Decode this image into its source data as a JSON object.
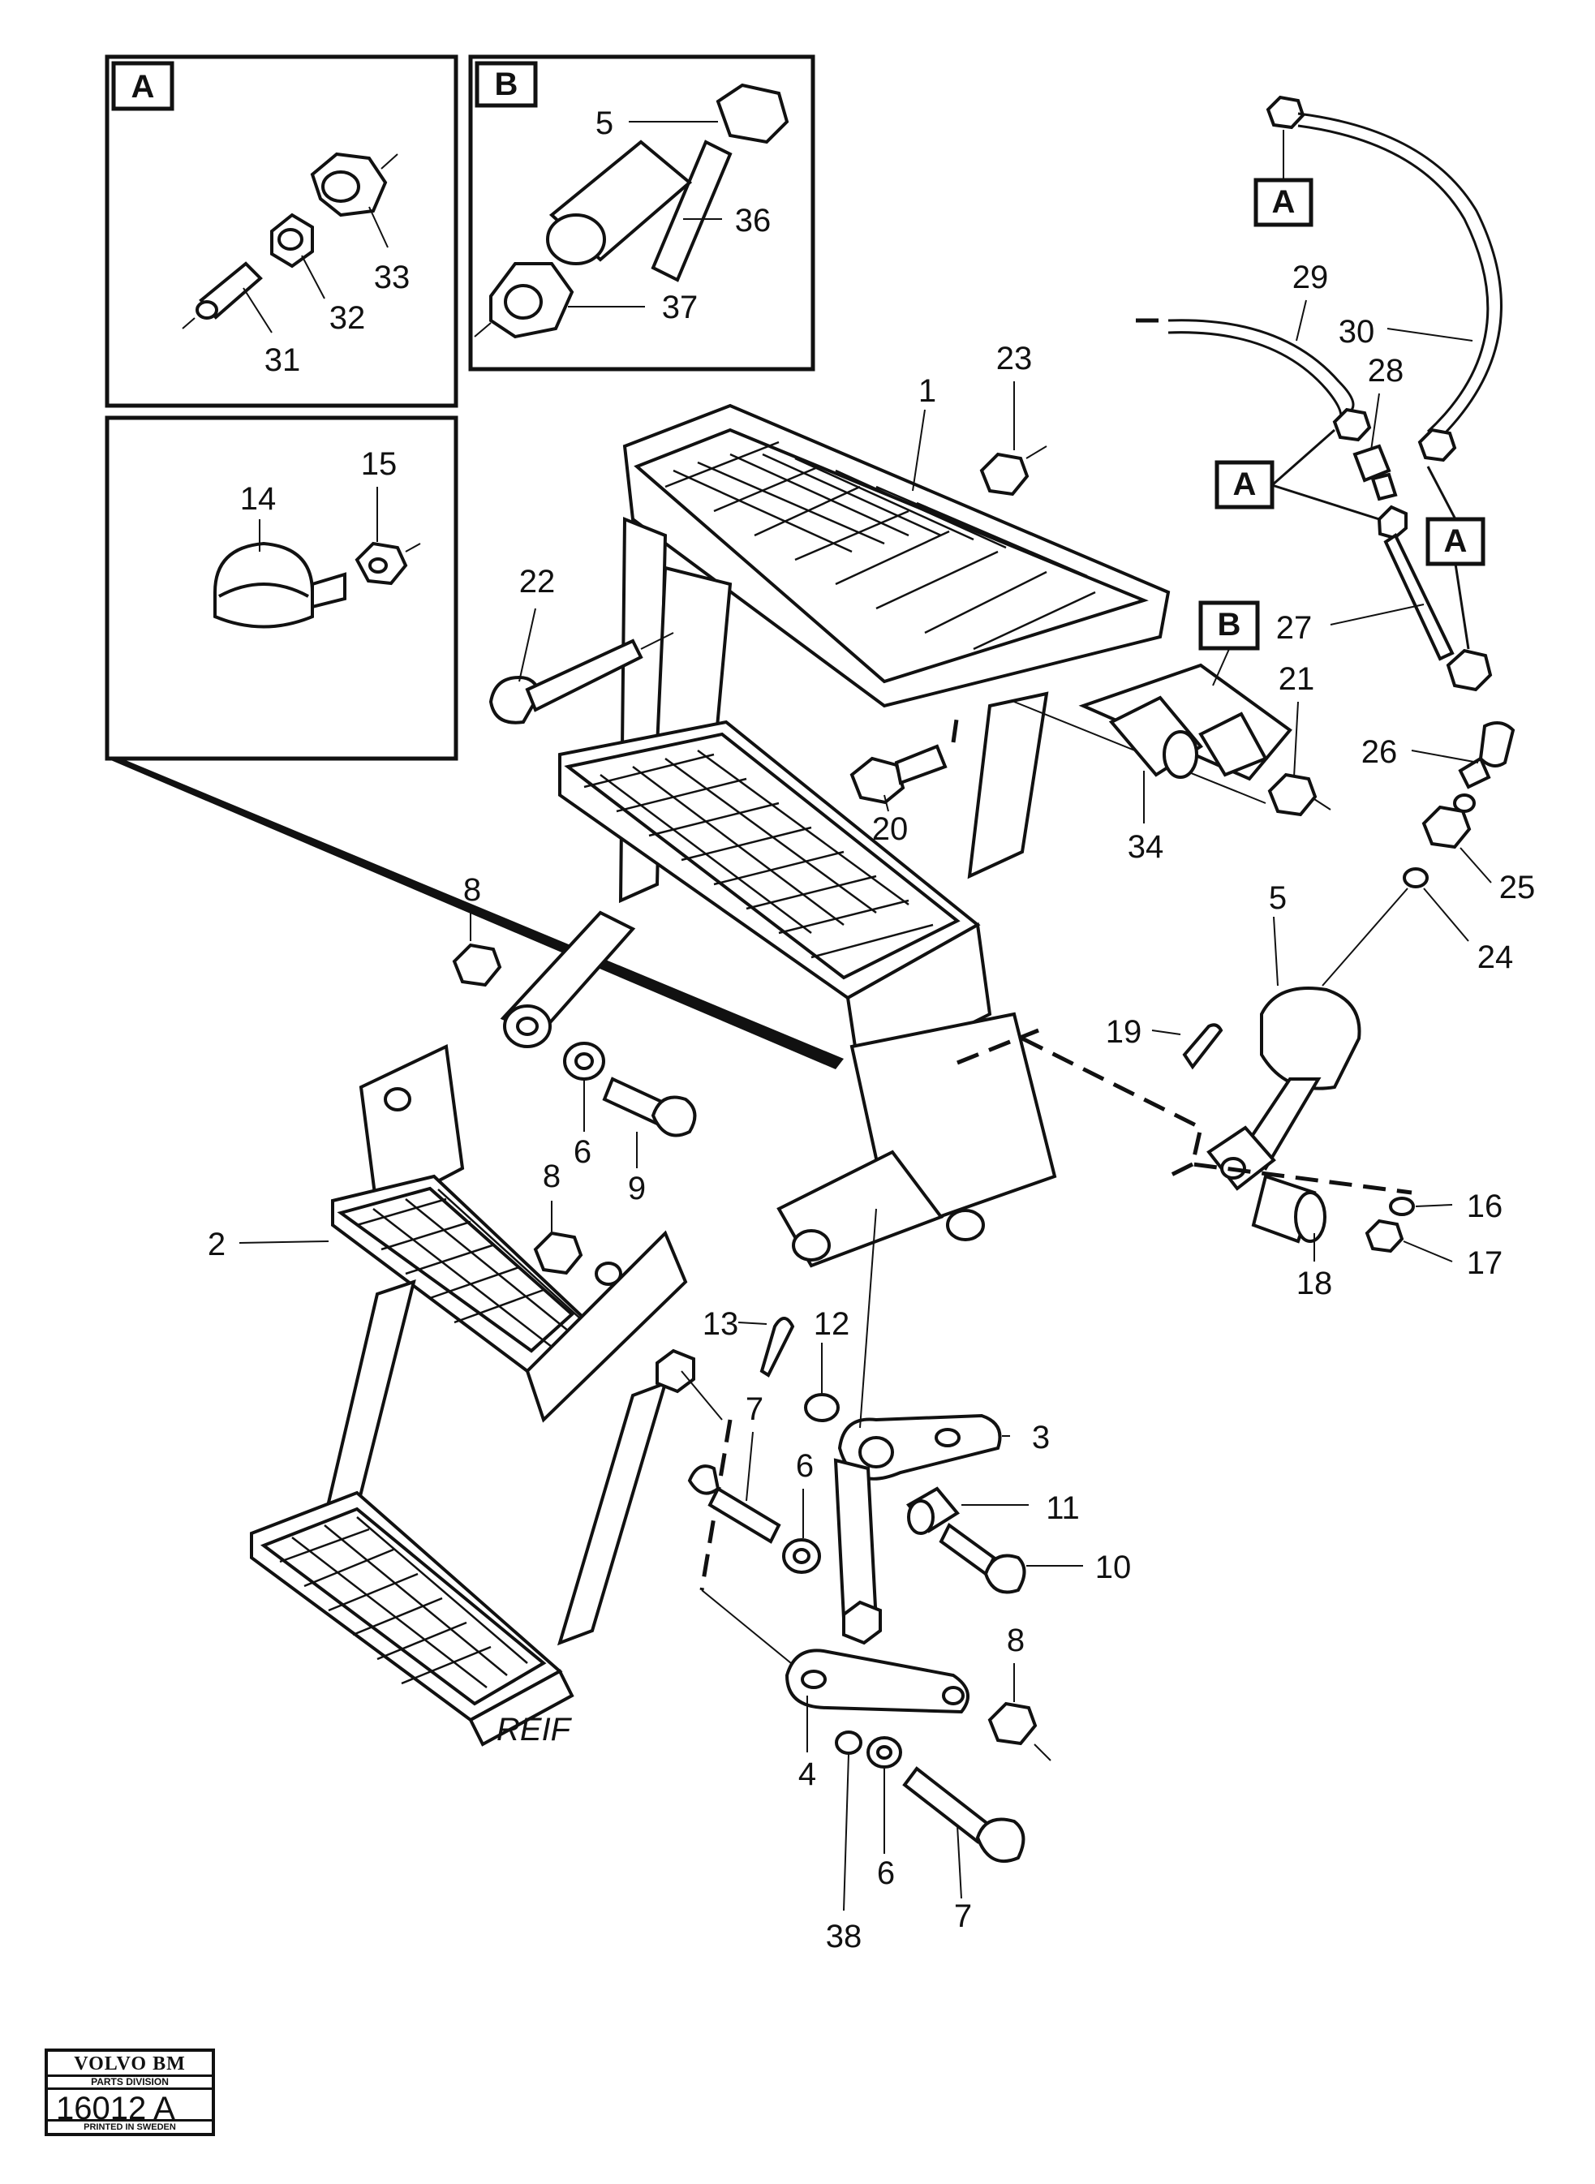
{
  "callouts": {
    "c1": "1",
    "c2": "2",
    "c3": "3",
    "c4": "4",
    "c5_inset": "5",
    "c5": "5",
    "c6a": "6",
    "c6b": "6",
    "c6c": "6",
    "c7a": "7",
    "c7b": "7",
    "c8a": "8",
    "c8b": "8",
    "c8c": "8",
    "c9": "9",
    "c10": "10",
    "c11": "11",
    "c12": "12",
    "c13": "13",
    "c14": "14",
    "c15": "15",
    "c16": "16",
    "c17": "17",
    "c18": "18",
    "c19": "19",
    "c20": "20",
    "c21": "21",
    "c22": "22",
    "c23": "23",
    "c24": "24",
    "c25": "25",
    "c26": "26",
    "c27": "27",
    "c28": "28",
    "c29": "29",
    "c30": "30",
    "c31": "31",
    "c32": "32",
    "c33": "33",
    "c34": "34",
    "c36": "36",
    "c37": "37",
    "c38": "38"
  },
  "tags": {
    "inset_a": "A",
    "inset_b": "B",
    "hose_a_top": "A",
    "hose_a_left": "A",
    "hose_a_right": "A",
    "step_b": "B"
  },
  "artist_signature": "REIF",
  "logo": {
    "brand": "VOLVO BM",
    "division": "PARTS DIVISION",
    "number": "16012 A",
    "printed": "PRINTED IN SWEDEN"
  }
}
